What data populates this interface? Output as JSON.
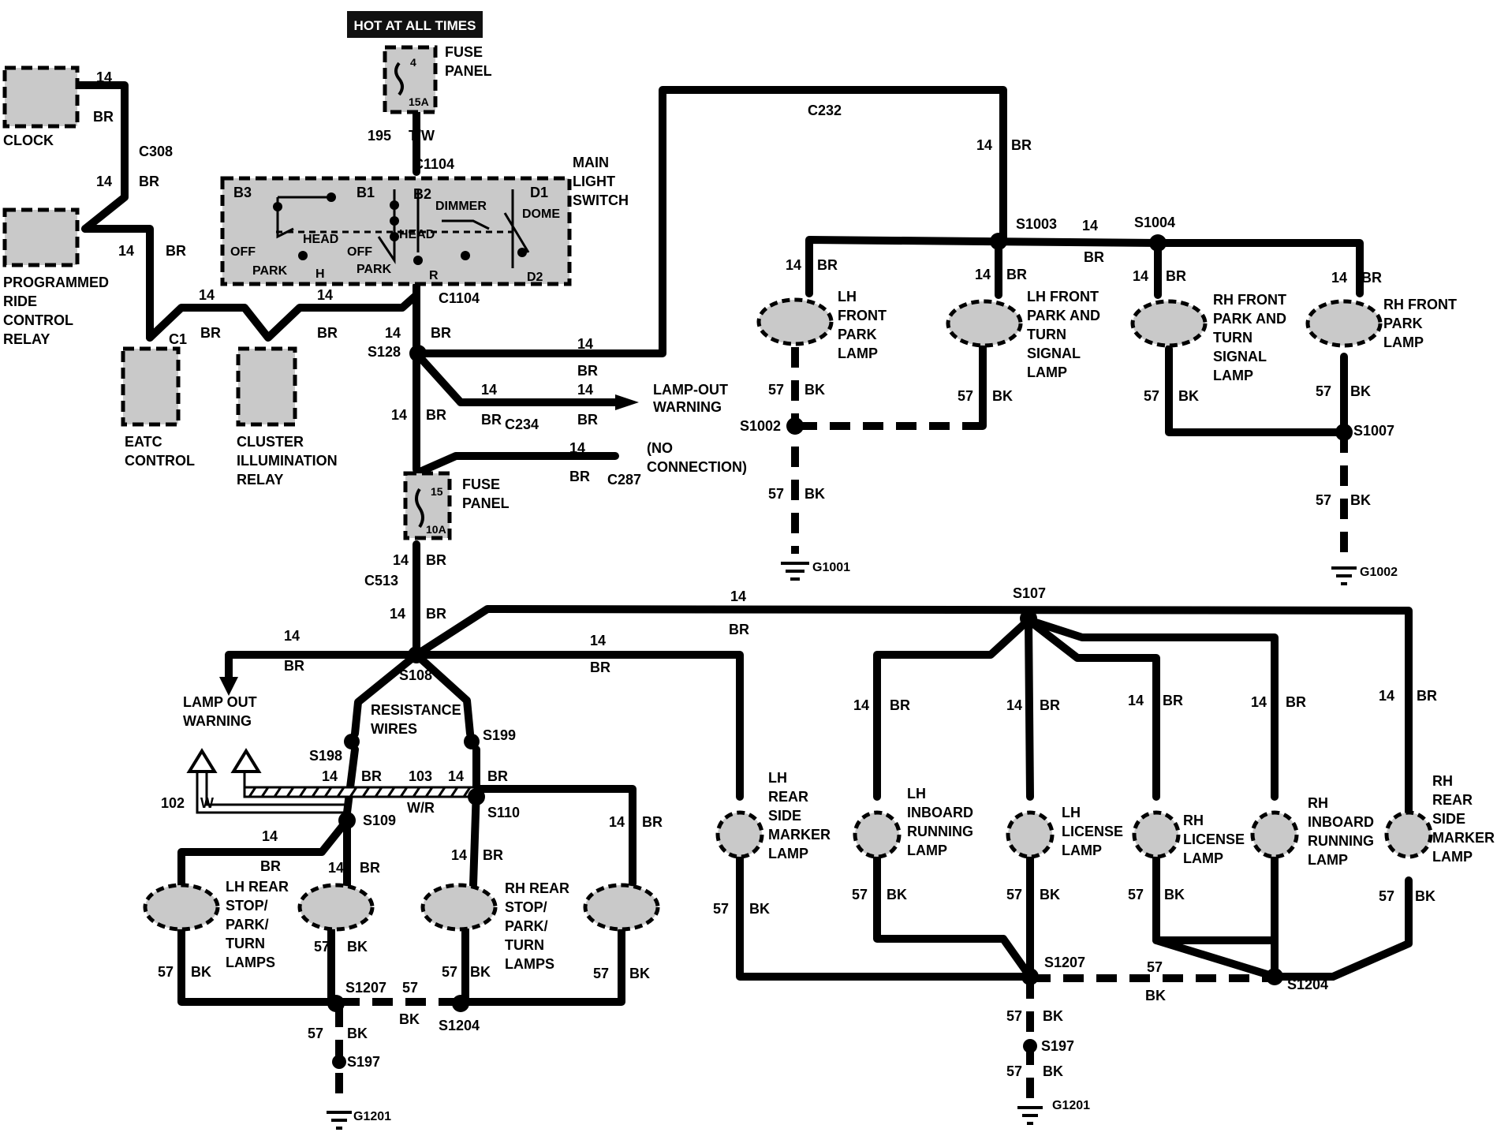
{
  "header": {
    "hot_label": "HOT AT ALL TIMES"
  },
  "components": {
    "clock": "CLOCK",
    "prc_relay": [
      "PROGRAMMED",
      "RIDE",
      "CONTROL",
      "RELAY"
    ],
    "eatc": [
      "EATC",
      "CONTROL"
    ],
    "cluster_relay": [
      "CLUSTER",
      "ILLUMINATION",
      "RELAY"
    ],
    "fuse_panel_top": [
      "FUSE",
      "PANEL"
    ],
    "fuse_top_num": "4",
    "fuse_top_amp": "15A",
    "fuse_panel_mid": [
      "FUSE",
      "PANEL"
    ],
    "fuse_mid_num": "15",
    "fuse_mid_amp": "10A",
    "main_switch": [
      "MAIN",
      "LIGHT",
      "SWITCH"
    ],
    "switch_terms": {
      "b3": "B3",
      "b1": "B1",
      "b2": "B2",
      "d1": "D1",
      "d2": "D2",
      "dimmer": "DIMMER",
      "dome": "DOME",
      "head1": "HEAD",
      "head2": "HEAD",
      "off1": "OFF",
      "off2": "OFF",
      "park1": "PARK",
      "park2": "PARK",
      "h": "H",
      "r": "R"
    },
    "lamp_out_1": [
      "LAMP-OUT",
      "WARNING"
    ],
    "no_conn": [
      "(NO",
      "CONNECTION)"
    ],
    "lamp_out_2": [
      "LAMP OUT",
      "WARNING"
    ],
    "resistance": [
      "RESISTANCE",
      "WIRES"
    ]
  },
  "front_lamps": [
    {
      "id": "lh-front-park",
      "lines": [
        "LH",
        "FRONT",
        "PARK",
        "LAMP"
      ]
    },
    {
      "id": "lh-front-turn",
      "lines": [
        "LH FRONT",
        "PARK AND",
        "TURN",
        "SIGNAL",
        "LAMP"
      ]
    },
    {
      "id": "rh-front-turn",
      "lines": [
        "RH FRONT",
        "PARK AND",
        "TURN",
        "SIGNAL",
        "LAMP"
      ]
    },
    {
      "id": "rh-front-park",
      "lines": [
        "RH FRONT",
        "PARK",
        "LAMP"
      ]
    }
  ],
  "rear_lamps": [
    {
      "id": "lh-rear-stop",
      "lines": [
        "LH REAR",
        "STOP/",
        "PARK/",
        "TURN",
        "LAMPS"
      ]
    },
    {
      "id": "rh-rear-stop",
      "lines": [
        "RH REAR",
        "STOP/",
        "PARK/",
        "TURN",
        "LAMPS"
      ]
    },
    {
      "id": "lh-rear-side",
      "lines": [
        "LH",
        "REAR",
        "SIDE",
        "MARKER",
        "LAMP"
      ]
    },
    {
      "id": "lh-inboard",
      "lines": [
        "LH",
        "INBOARD",
        "RUNNING",
        "LAMP"
      ]
    },
    {
      "id": "lh-license",
      "lines": [
        "LH",
        "LICENSE",
        "LAMP"
      ]
    },
    {
      "id": "rh-license",
      "lines": [
        "RH",
        "LICENSE",
        "LAMP"
      ]
    },
    {
      "id": "rh-inboard",
      "lines": [
        "RH",
        "INBOARD",
        "RUNNING",
        "LAMP"
      ]
    },
    {
      "id": "rh-rear-side",
      "lines": [
        "RH",
        "REAR",
        "SIDE",
        "MARKER",
        "LAMP"
      ]
    }
  ],
  "connectors": {
    "c308": "C308",
    "c1104a": "C1104",
    "c1104b": "C1104",
    "c1": "C1",
    "c232": "C232",
    "c234": "C234",
    "c287": "C287",
    "c513": "C513"
  },
  "splices": {
    "s128": "S128",
    "s1003": "S1003",
    "s1004": "S1004",
    "s1002": "S1002",
    "s1007": "S1007",
    "s108": "S108",
    "s107": "S107",
    "s198": "S198",
    "s199": "S199",
    "s109": "S109",
    "s110": "S110",
    "s1207a": "S1207",
    "s1204a": "S1204",
    "s197a": "S197",
    "s1207b": "S1207",
    "s1204b": "S1204",
    "s197b": "S197"
  },
  "grounds": {
    "g1001": "G1001",
    "g1002": "G1002",
    "g1201a": "G1201",
    "g1201b": "G1201"
  },
  "wire_labels": {
    "n14": "14",
    "br": "BR",
    "n57": "57",
    "bk": "BK",
    "n195": "195",
    "tw": "T/W",
    "n102": "102",
    "w": "W",
    "n103": "103",
    "wr": "W/R"
  }
}
